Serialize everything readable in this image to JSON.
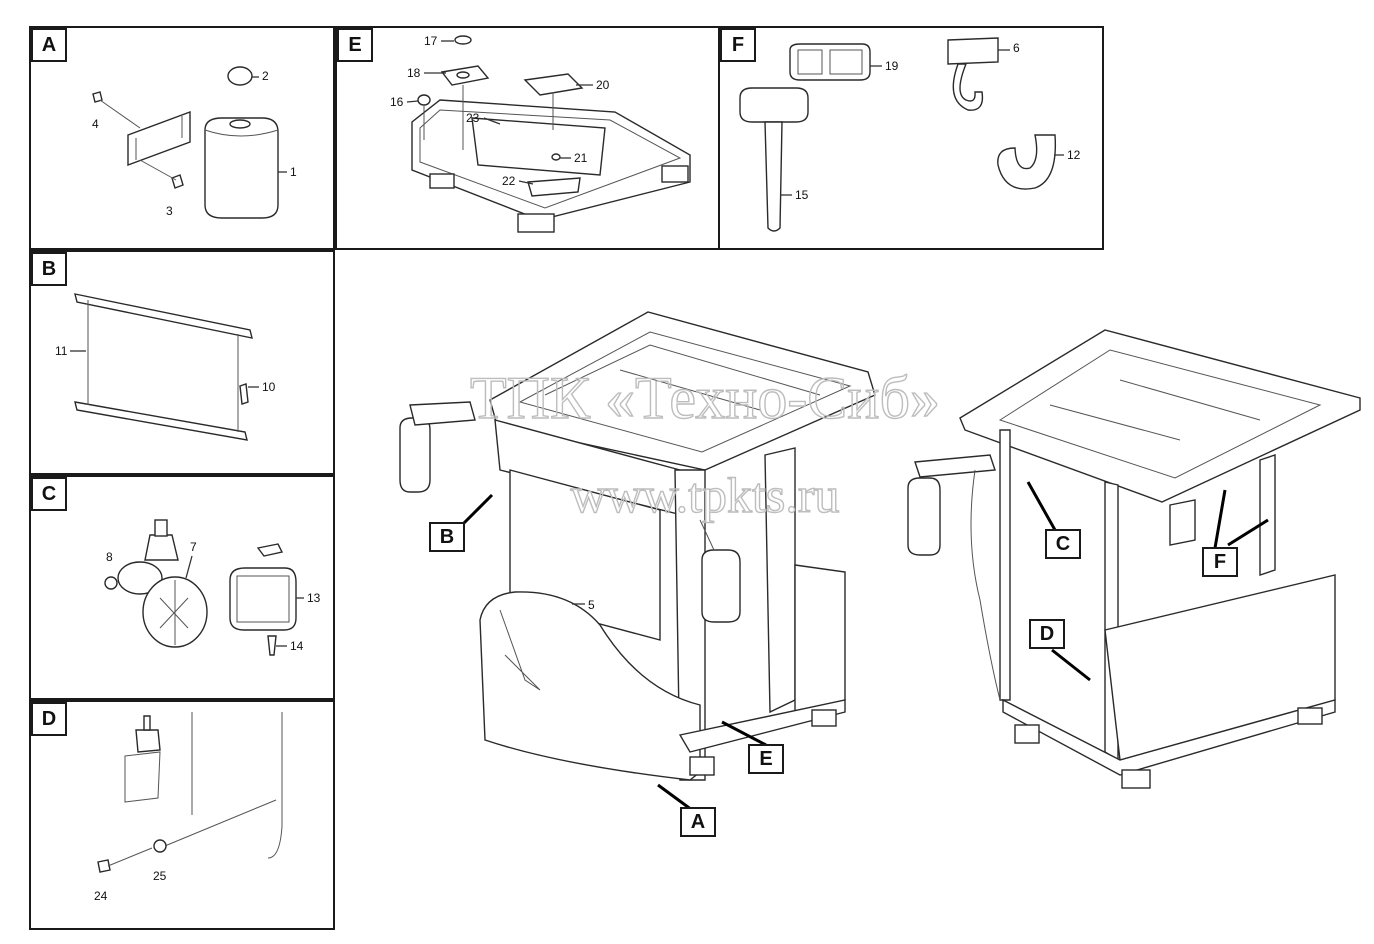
{
  "panels": {
    "A": {
      "label": "A",
      "parts": [
        "1",
        "2",
        "3",
        "4"
      ]
    },
    "B": {
      "label": "B",
      "parts": [
        "10",
        "11"
      ]
    },
    "C": {
      "label": "C",
      "parts": [
        "7",
        "8",
        "13",
        "14"
      ]
    },
    "D": {
      "label": "D",
      "parts": [
        "24",
        "25"
      ]
    },
    "E": {
      "label": "E",
      "parts": [
        "16",
        "17",
        "18",
        "20",
        "21",
        "22",
        "23"
      ]
    },
    "F": {
      "label": "F",
      "parts": [
        "6",
        "12",
        "15",
        "19"
      ]
    }
  },
  "callouts": {
    "front_B": "B",
    "front_E": "E",
    "front_A": "A",
    "front_part": "5",
    "rear_C": "C",
    "rear_F": "F",
    "rear_D": "D"
  },
  "watermark": {
    "line1": "ТПК «Техно-Сиб»",
    "line2": "www.tpkts.ru"
  }
}
